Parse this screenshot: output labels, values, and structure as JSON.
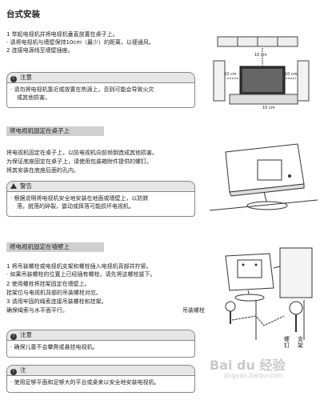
{
  "section1": {
    "title": "台式安装",
    "steps": [
      "1  举起电视机并将电视机垂直放置在桌子上。",
      "   · 请将电视机与墙壁保持10cm（最少）的距离，以便通风。",
      "2  连接电源线至墙壁插座。"
    ],
    "caution": {
      "header": "注意",
      "lines": [
        "· 请勿将电视机靠近或放置在热源上，否则可能会导致火灾",
        "或其他损害。"
      ]
    },
    "diagram_labels": {
      "top": "10 cm",
      "left": "10 cm",
      "right": "10 cm",
      "bottom": "10 cm"
    }
  },
  "section2": {
    "bar": "将电视机固定在桌子上",
    "text": [
      "将电视机固定在桌子上，以防电视机向前倾倒造成其他损害。",
      "为保证底座固定在桌子上，请使用包装箱附件提供的螺钉。",
      "将其安装在底座后面的孔内。"
    ],
    "warning": {
      "header": "警告",
      "lines": [
        "· 根据说明将电视机安全地安装在地面或墙壁上，以防跌",
        "落，脱落的碎裂，震动或摔落可能损坏电视机。"
      ]
    }
  },
  "section3": {
    "bar": "将电视机固定在墙壁上",
    "steps": [
      "1  将吊装螺栓或电视机支架和螺栓插入电视机背部并拧紧。",
      "   · 如果吊装螺栓的位置上已经插有螺栓，请先将这螺栓拔下。",
      "2  使用螺栓将挂架固定在墙壁上。",
      "   挂架位与电视机背部的吊装螺栓对应。",
      "3  请用牢固的绳索连接吊装螺栓和挂架。",
      "   确保绳索与水平面平行。"
    ],
    "caution": {
      "header": "注意",
      "lines": [
        "· 确保儿童不会攀爬或悬挂电视机。"
      ]
    },
    "diagram_labels": {
      "bolt": "吊装螺栓",
      "screw": "螺钉",
      "support": "支架"
    }
  },
  "note": {
    "header": "注",
    "lines": [
      "· 使用足够平面和足够大的平台或桌来以安全地安装电视机。"
    ]
  },
  "watermark": "Bai du 经验",
  "watermark_url": "jingyan.baidu.com"
}
